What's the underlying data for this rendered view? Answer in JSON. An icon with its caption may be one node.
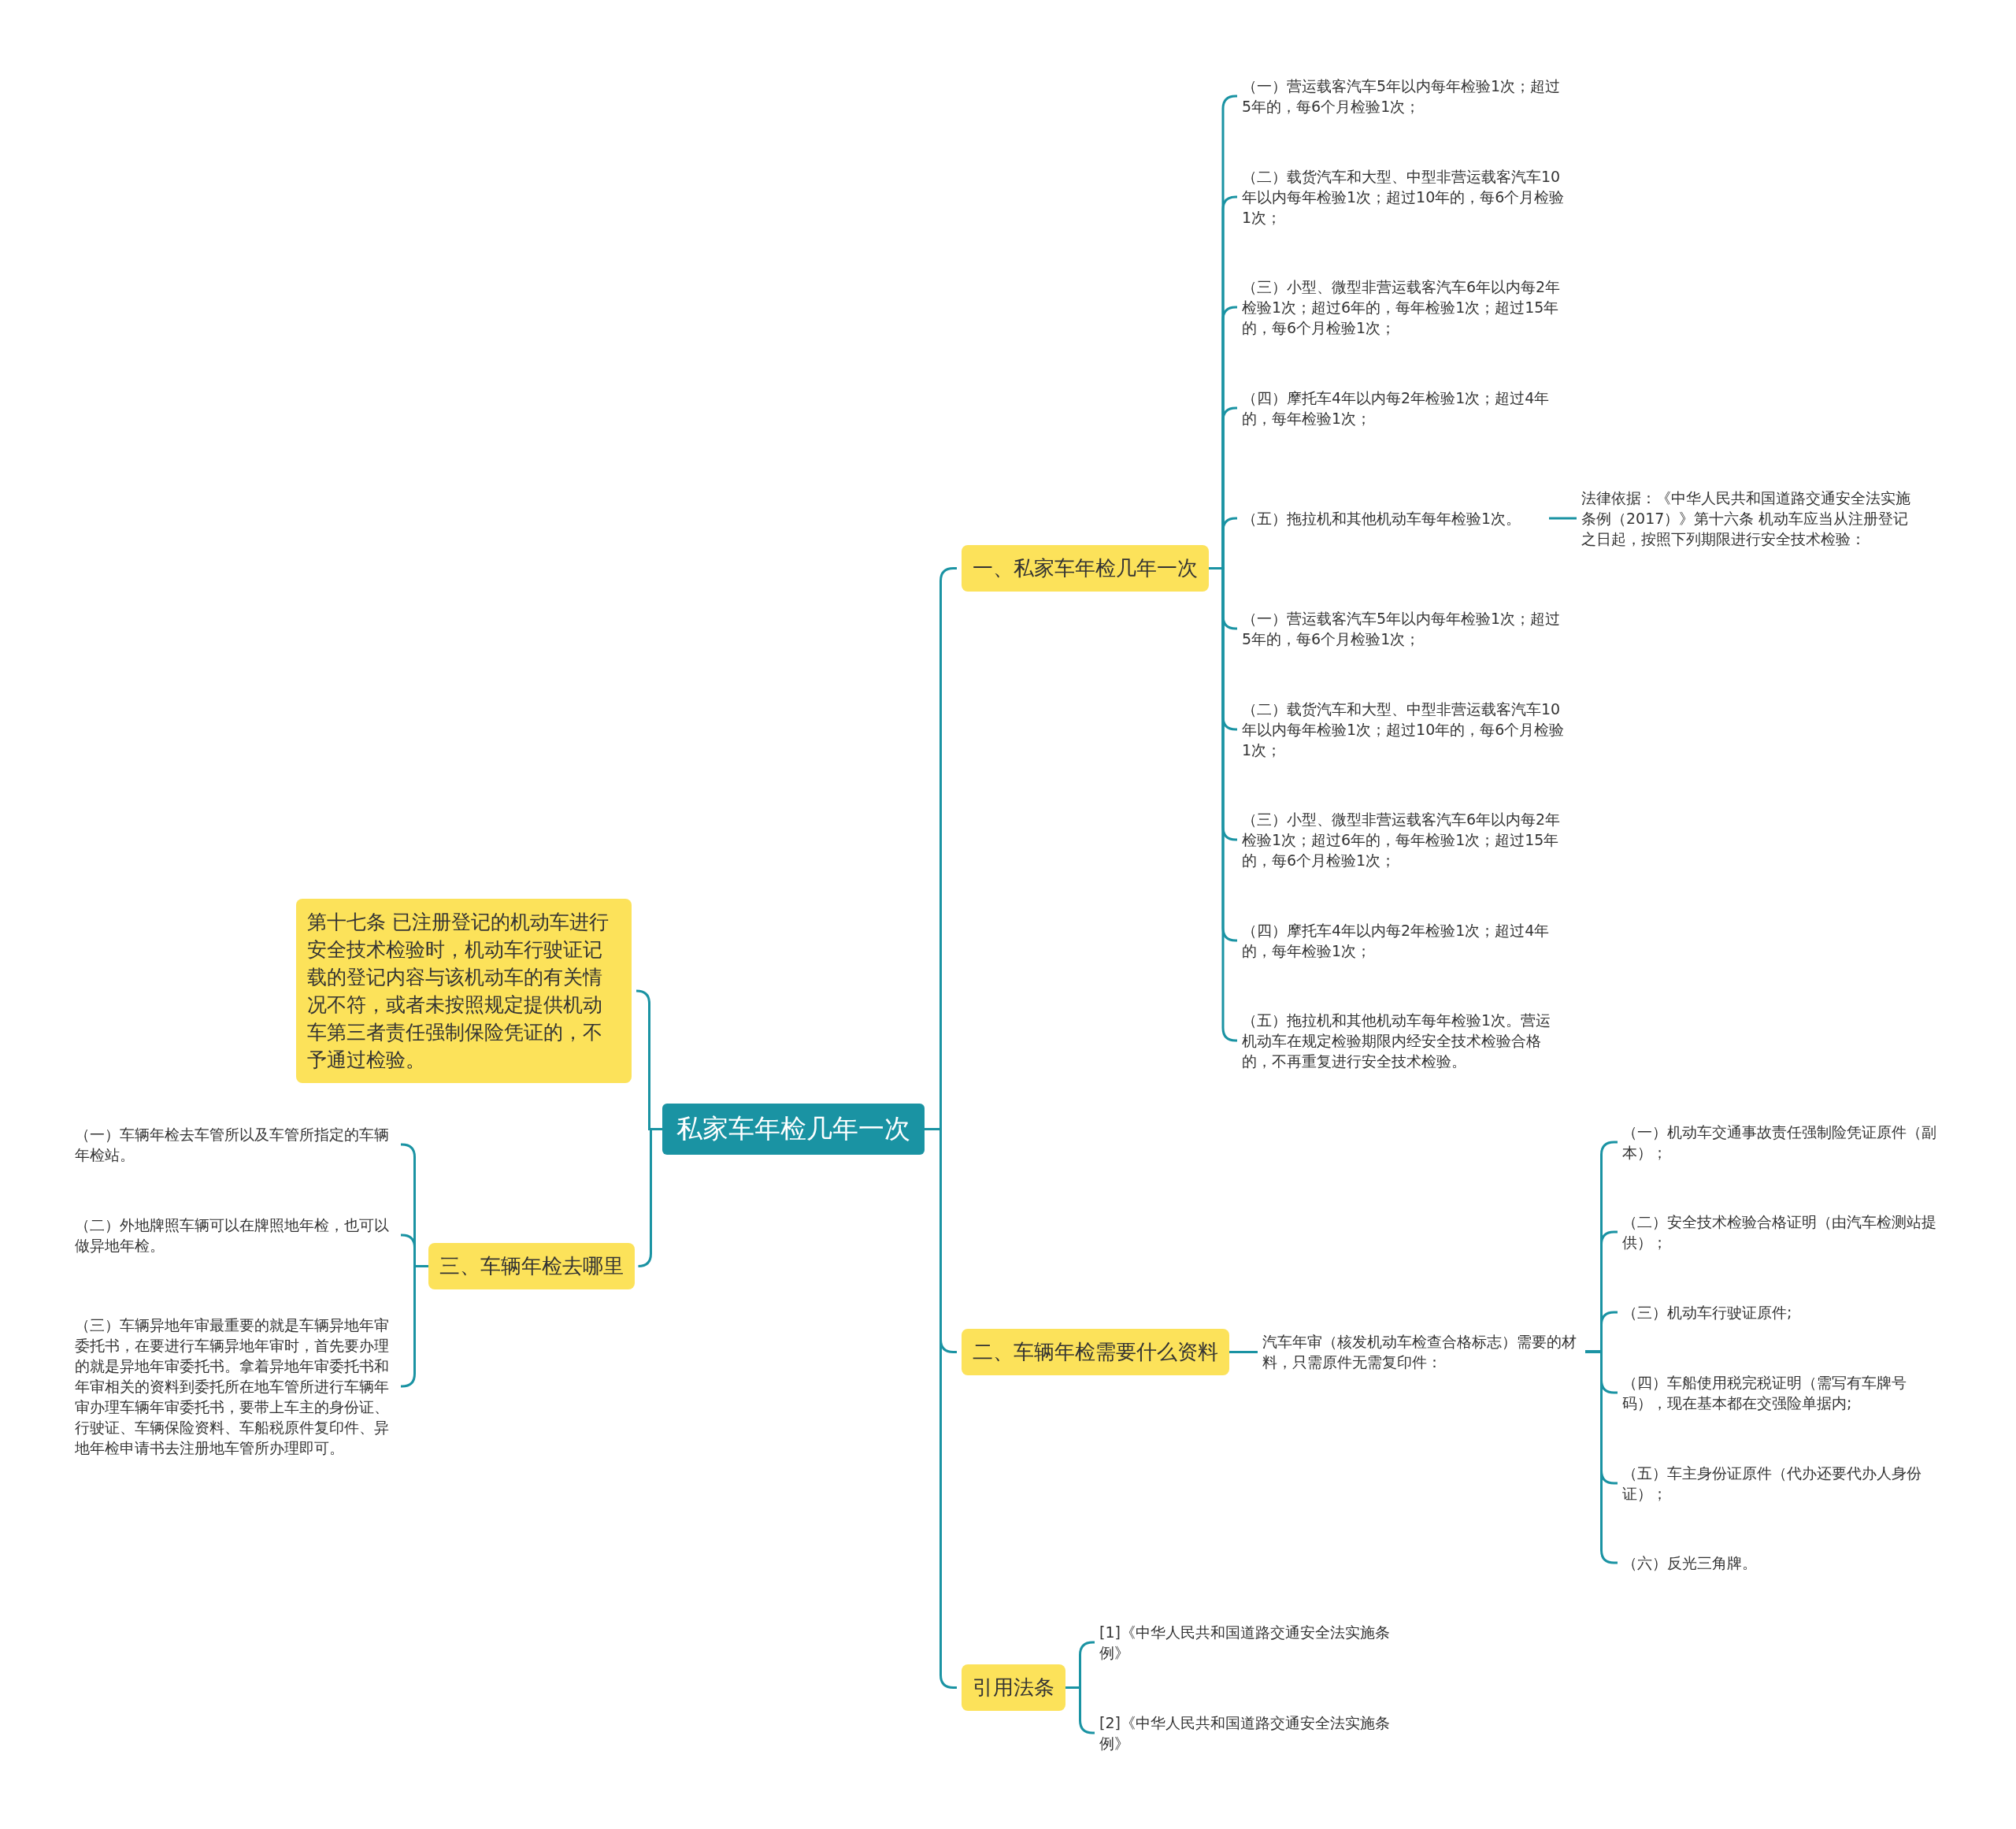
{
  "diagram": {
    "nodes": [
      {
        "text": [
          "私家车年检几年一次"
        ]
      },
      {
        "text": [
          "一、私家车年检几年一次"
        ]
      },
      {
        "text": [
          "（一）营运载客汽车5年以内每年检验1次；超过5年的，每6个月检验1次；"
        ]
      },
      {
        "text": [
          "（二）载货汽车和大型、中型非营运载客汽车10年以内每年检验1次；超过10年的，每6个月检验1次；"
        ]
      },
      {
        "text": [
          "（三）小型、微型非营运载客汽车6年以内每2年检验1次；超过6年的，每年检验1次；超过15年的，每6个月检验1次；"
        ]
      },
      {
        "text": [
          "（四）摩托车4年以内每2年检验1次；超过4年的，每年检验1次；"
        ]
      },
      {
        "text": [
          "（五）拖拉机和其他机动车每年检验1次。"
        ]
      },
      {
        "text": [
          "法律依据：《中华人民共和国道路交通安全法实施条例（2017）》第十六条 机动车应当从注册登记之日起，按照下列期限进行安全技术检验："
        ]
      },
      {
        "text": [
          "（一）营运载客汽车5年以内每年检验1次；超过5年的，每6个月检验1次；"
        ]
      },
      {
        "text": [
          "（二）载货汽车和大型、中型非营运载客汽车10年以内每年检验1次；超过10年的，每6个月检验1次；"
        ]
      },
      {
        "text": [
          "（三）小型、微型非营运载客汽车6年以内每2年检验1次；超过6年的，每年检验1次；超过15年的，每6个月检验1次；"
        ]
      },
      {
        "text": [
          "（四）摩托车4年以内每2年检验1次；超过4年的，每年检验1次；"
        ]
      },
      {
        "text": [
          "（五）拖拉机和其他机动车每年检验1次。营运机动车在规定检验期限内经安全技术检验合格的，不再重复进行安全技术检验。"
        ]
      },
      {
        "text": [
          "二、车辆年检需要什么资料"
        ]
      },
      {
        "text": [
          "汽车年审（核发机动车检查合格标志）需要的材料，只需原件无需复印件："
        ]
      },
      {
        "text": [
          "（一）机动车交通事故责任强制险凭证原件（副本）；"
        ]
      },
      {
        "text": [
          "（二）安全技术检验合格证明（由汽车检测站提供）；"
        ]
      },
      {
        "text": [
          "（三）机动车行驶证原件;"
        ]
      },
      {
        "text": [
          "（四）车船使用税完税证明（需写有车牌号码），现在基本都在交强险单据内;"
        ]
      },
      {
        "text": [
          "（五）车主身份证原件（代办还要代办人身份证）；"
        ]
      },
      {
        "text": [
          "（六）反光三角牌。"
        ]
      },
      {
        "text": [
          "引用法条"
        ]
      },
      {
        "text": [
          "[1]《中华人民共和国道路交通安全法实施条例》"
        ]
      },
      {
        "text": [
          "[2]《中华人民共和国道路交通安全法实施条例》"
        ]
      },
      {
        "text": [
          "第十七条 已注册登记的机动车进行安全技术检验时，机动车行驶证记载的登记内容与该机动车的有关情况不符，或者未按照规定提供机动车第三者责任强制保险凭证的，不予通过检验。"
        ]
      },
      {
        "text": [
          "三、车辆年检去哪里"
        ]
      },
      {
        "text": [
          "（一）车辆年检去车管所以及车管所指定的车辆年检站。"
        ]
      },
      {
        "text": [
          "（二）外地牌照车辆可以在牌照地年检，也可以做异地年检。"
        ]
      },
      {
        "text": [
          "（三）车辆异地年审最重要的就是车辆异地年审委托书，在要进行车辆异地年审时，首先要办理的就是异地年审委托书。拿着异地年审委托书和年审相关的资料到委托所在地车管所进行车辆年审办理车辆年审委托书，要带上车主的身份证、行驶证、车辆保险资料、车船税原件复印件、异地年检申请书去注册地车管所办理即可。"
        ]
      }
    ],
    "edges": [
      {
        "from": 0,
        "to": 1,
        "arrow": "none"
      },
      {
        "from": 1,
        "to": 2,
        "arrow": "none"
      },
      {
        "from": 1,
        "to": 3,
        "arrow": "none"
      },
      {
        "from": 1,
        "to": 4,
        "arrow": "none"
      },
      {
        "from": 1,
        "to": 5,
        "arrow": "none"
      },
      {
        "from": 1,
        "to": 6,
        "arrow": "none"
      },
      {
        "from": 6,
        "to": 7,
        "arrow": "none"
      },
      {
        "from": 1,
        "to": 8,
        "arrow": "none"
      },
      {
        "from": 1,
        "to": 9,
        "arrow": "none"
      },
      {
        "from": 1,
        "to": 10,
        "arrow": "none"
      },
      {
        "from": 1,
        "to": 11,
        "arrow": "none"
      },
      {
        "from": 1,
        "to": 12,
        "arrow": "none"
      },
      {
        "from": 0,
        "to": 13,
        "arrow": "none"
      },
      {
        "from": 13,
        "to": 14,
        "arrow": "none"
      },
      {
        "from": 14,
        "to": 15,
        "arrow": "none"
      },
      {
        "from": 14,
        "to": 16,
        "arrow": "none"
      },
      {
        "from": 14,
        "to": 17,
        "arrow": "none"
      },
      {
        "from": 14,
        "to": 18,
        "arrow": "none"
      },
      {
        "from": 14,
        "to": 19,
        "arrow": "none"
      },
      {
        "from": 14,
        "to": 20,
        "arrow": "none"
      },
      {
        "from": 0,
        "to": 21,
        "arrow": "none"
      },
      {
        "from": 21,
        "to": 22,
        "arrow": "none"
      },
      {
        "from": 21,
        "to": 23,
        "arrow": "none"
      },
      {
        "from": 0,
        "to": 24,
        "arrow": "none"
      },
      {
        "from": 0,
        "to": 25,
        "arrow": "none"
      },
      {
        "from": 25,
        "to": 26,
        "arrow": "none"
      },
      {
        "from": 25,
        "to": 27,
        "arrow": "none"
      },
      {
        "from": 25,
        "to": 28,
        "arrow": "none"
      }
    ]
  }
}
